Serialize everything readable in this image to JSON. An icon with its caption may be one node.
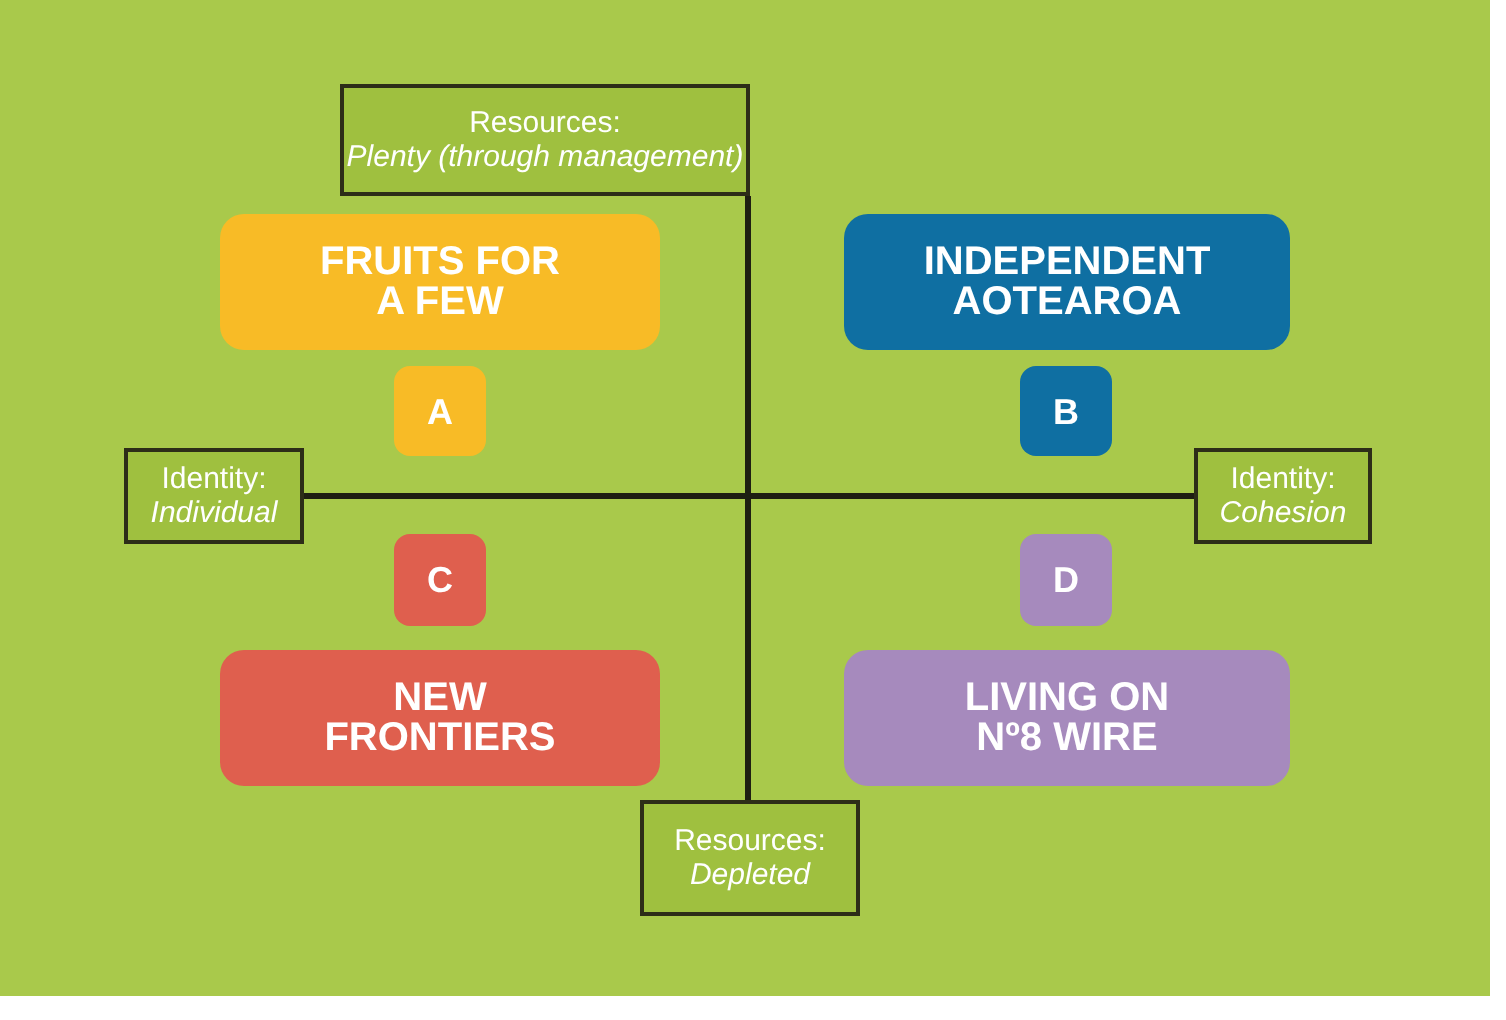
{
  "diagram": {
    "nodes": [
      {
        "text": [
          "Resources:",
          "Plenty (through management)"
        ]
      },
      {
        "text": [
          "FRUITS FOR A FEW"
        ]
      },
      {
        "text": [
          "INDEPENDENT AOTEAROA"
        ]
      },
      {
        "text": [
          "A"
        ]
      },
      {
        "text": [
          "B"
        ]
      },
      {
        "text": [
          "Identity:",
          "Individual"
        ]
      },
      {
        "text": [
          "Identity:",
          "Cohesion"
        ]
      },
      {
        "text": [
          "C"
        ]
      },
      {
        "text": [
          "D"
        ]
      },
      {
        "text": [
          "NEW FRONTIERS"
        ]
      },
      {
        "text": [
          "LIVING ON Nº8 WIRE"
        ]
      },
      {
        "text": [
          "Resources:",
          "Depleted"
        ]
      }
    ],
    "edges": [
      {
        "from": 0,
        "to": 11,
        "arrow": "none"
      },
      {
        "from": 5,
        "to": 6,
        "arrow": "none"
      }
    ]
  }
}
